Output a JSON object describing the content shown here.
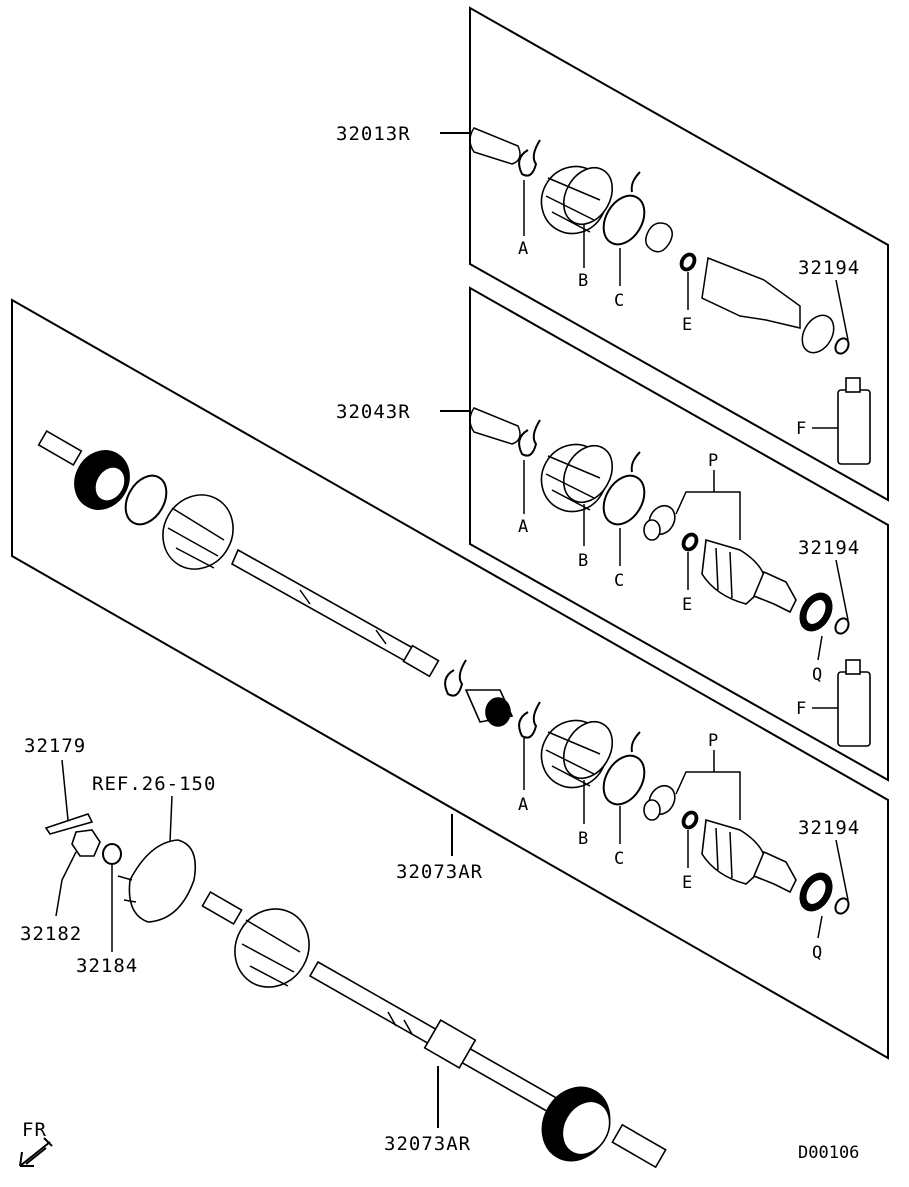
{
  "labels": {
    "part_32013R": "32013R",
    "part_32043R": "32043R",
    "part_32073AR_upper": "32073AR",
    "part_32073AR_lower": "32073AR",
    "part_32194_a": "32194",
    "part_32194_b": "32194",
    "part_32194_c": "32194",
    "part_32179": "32179",
    "part_32182": "32182",
    "part_32184": "32184",
    "ref": "REF.26-150",
    "diagram_code": "D00106",
    "fr": "FR"
  },
  "letters": {
    "a1": "A",
    "b1": "B",
    "c1": "C",
    "e1": "E",
    "a2": "A",
    "b2": "B",
    "c2": "C",
    "e2": "E",
    "f1": "F",
    "p1": "P",
    "q1": "Q",
    "a3": "A",
    "b3": "B",
    "c3": "C",
    "e3": "E",
    "f2": "F",
    "p2": "P",
    "q2": "Q"
  }
}
